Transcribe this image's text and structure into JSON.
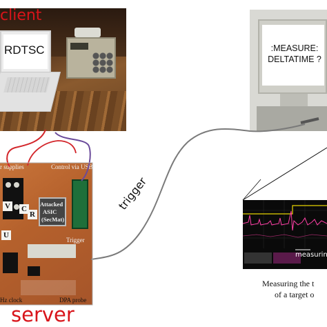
{
  "client": {
    "label": "client",
    "screen_text": "RDTSC"
  },
  "monitor": {
    "line1": ":MEASURE:",
    "line2": "DELTATIME ?"
  },
  "link": {
    "label": "trigger"
  },
  "board": {
    "supplies": "r supplies",
    "control": "Control via USB",
    "asic_line1": "Attacked",
    "asic_line2": "ASIC",
    "asic_line3": "(SecMat)",
    "trigger": "Trigger",
    "clock": "Hz clock",
    "dpa": "DPA probe",
    "letters": [
      "V",
      "C",
      "R",
      "U"
    ]
  },
  "server": {
    "label": "server"
  },
  "scope": {
    "text": "measurin",
    "caption_line1": "Measuring the t",
    "caption_line2": "of a target o"
  },
  "colors": {
    "label_red": "#d8141a",
    "wire_red": "#d3262b",
    "wire_purple": "#6a4a9a",
    "cable_gray": "#7a7a7a",
    "scope_magenta": "#ff3fa6",
    "scope_yellow": "#e8d400"
  }
}
